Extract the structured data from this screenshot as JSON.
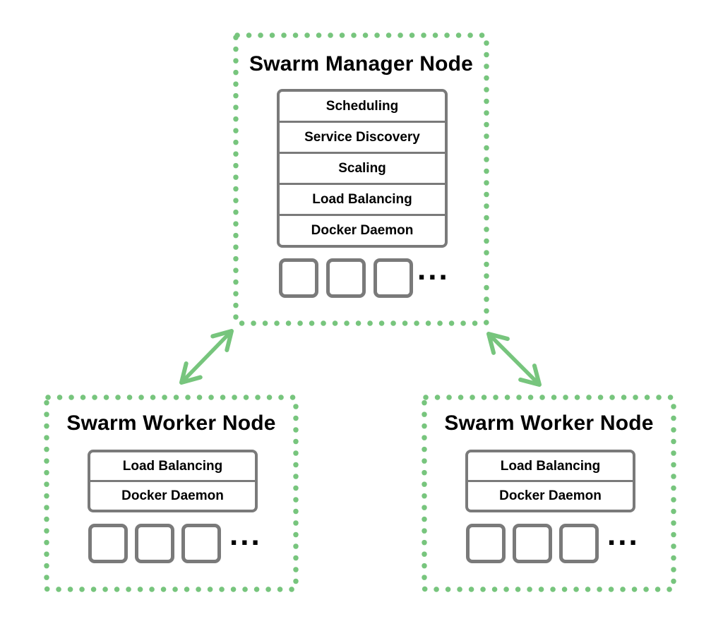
{
  "diagram": {
    "manager": {
      "title": "Swarm Manager Node",
      "services": [
        "Scheduling",
        "Service Discovery",
        "Scaling",
        "Load Balancing",
        "Docker Daemon"
      ],
      "containers_ellipsis": "...",
      "container_count_shown": 3
    },
    "workers": [
      {
        "title": "Swarm Worker Node",
        "services": [
          "Load Balancing",
          "Docker Daemon"
        ],
        "containers_ellipsis": "...",
        "container_count_shown": 3
      },
      {
        "title": "Swarm Worker Node",
        "services": [
          "Load Balancing",
          "Docker Daemon"
        ],
        "containers_ellipsis": "...",
        "container_count_shown": 3
      }
    ],
    "colors": {
      "accent_green": "#77c57d",
      "box_gray": "#7a7a7a",
      "text": "#000000",
      "background": "#ffffff"
    }
  }
}
